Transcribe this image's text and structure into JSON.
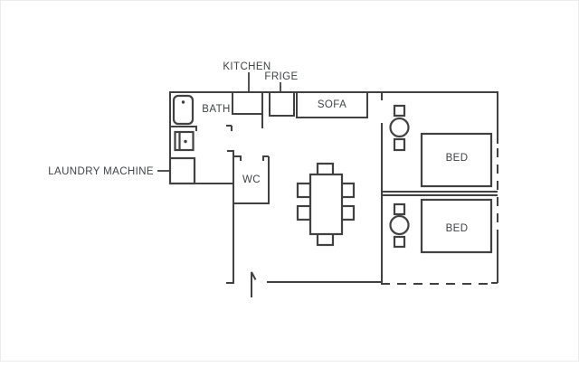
{
  "colors": {
    "line": "#414141",
    "label": "#3f4345",
    "background": "#ffffff"
  },
  "labels": {
    "kitchen": "KITCHEN",
    "frige": "FRIGE",
    "bath": "BATH",
    "sofa": "SOFA",
    "wc": "WC",
    "bed_top": "BED",
    "bed_bottom": "BED",
    "laundry_machine": "LAUNDRY MACHINE"
  }
}
